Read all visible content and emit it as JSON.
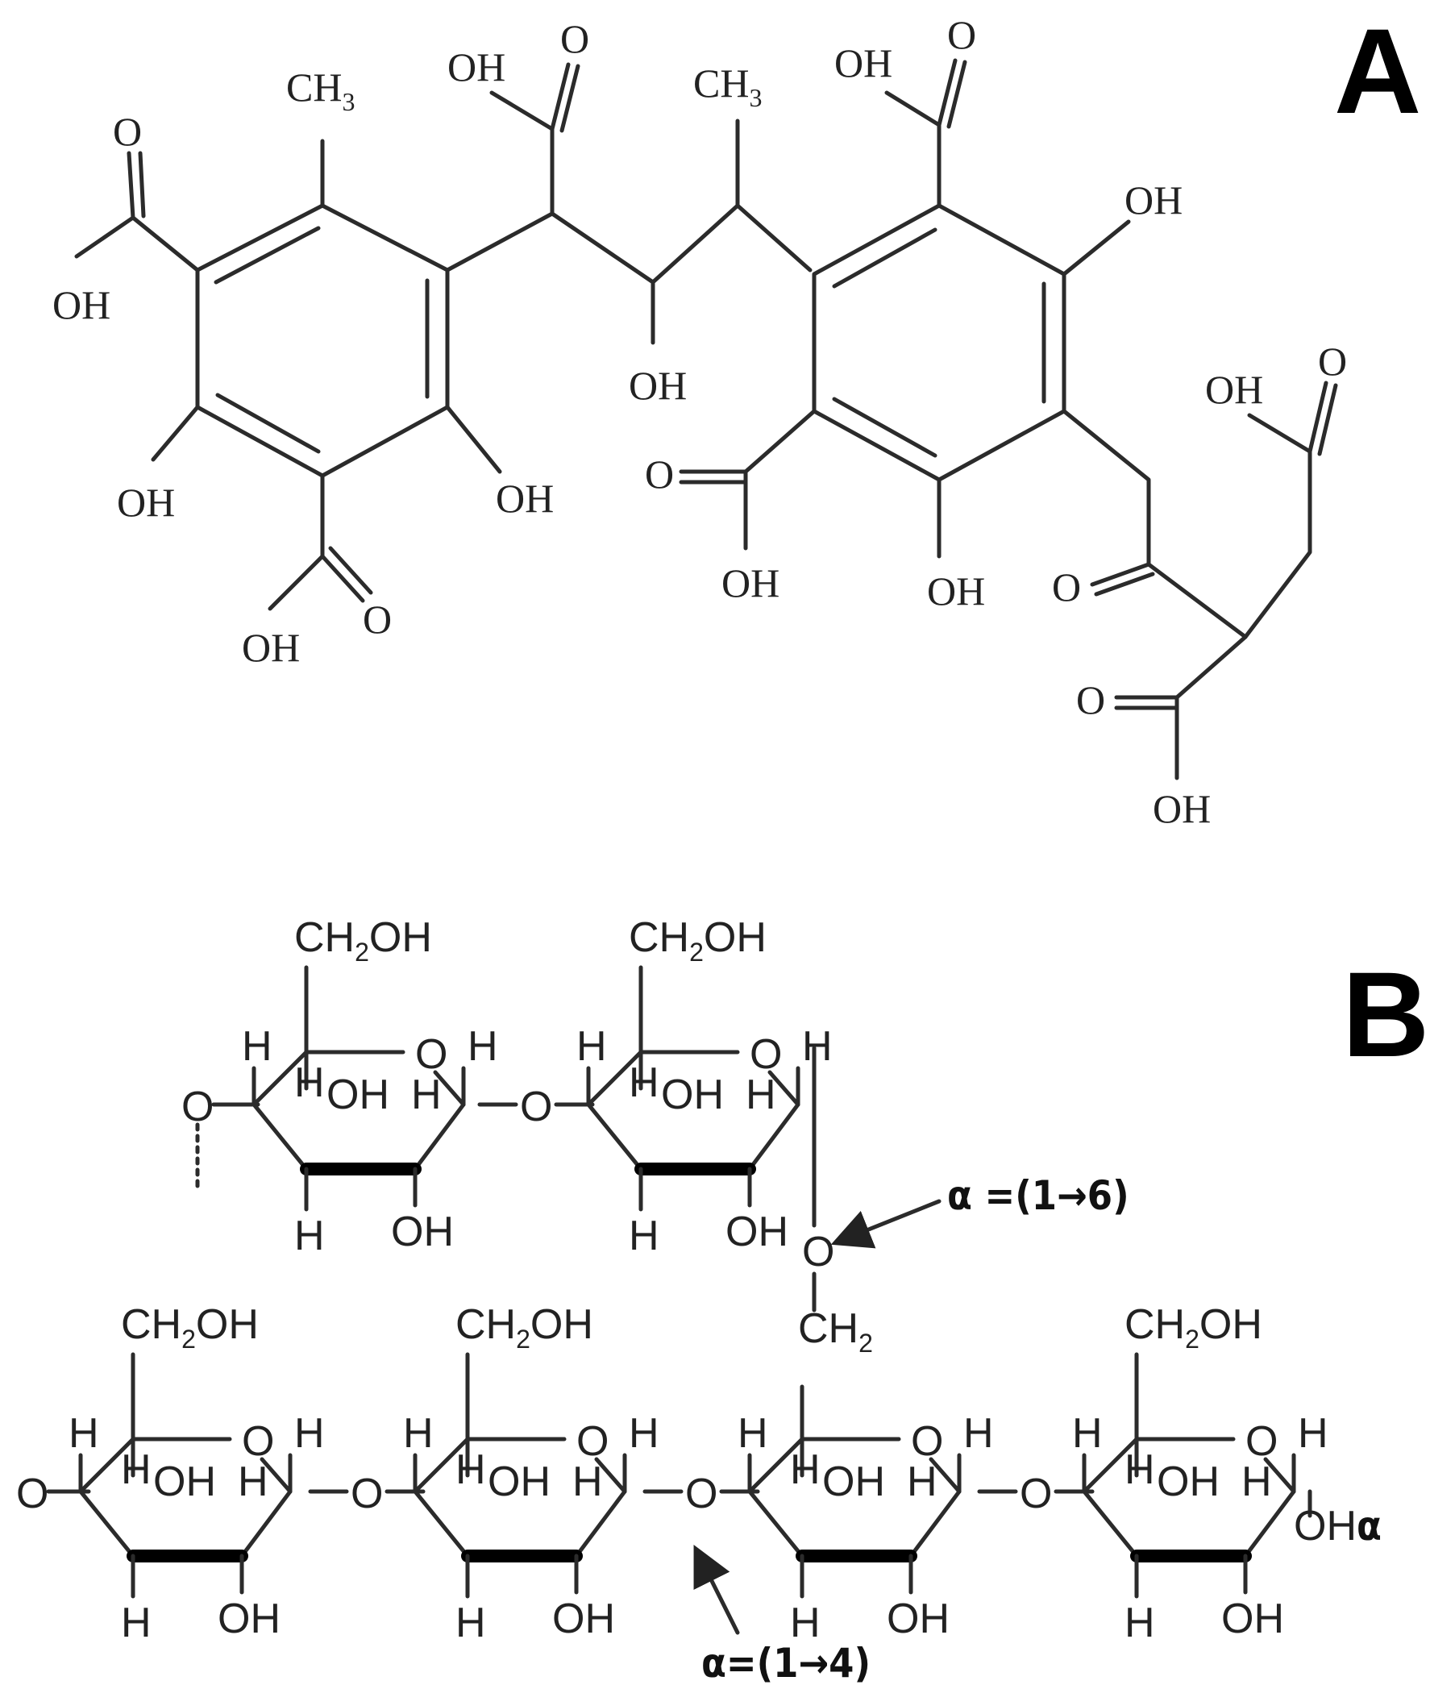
{
  "panels": {
    "a": "A",
    "b": "B"
  },
  "atoms": {
    "oh": "OH",
    "o": "O",
    "h": "H",
    "c": "CH",
    "three": "3",
    "ch2": "CH",
    "two": "2",
    "ohs": "OH",
    "alpha": "α"
  },
  "linkages": {
    "l16": "α =(1→6)",
    "l14": "α=(1→4)"
  },
  "colors": {
    "ink": "#222222",
    "wedge": "#000000",
    "background": "#ffffff"
  }
}
